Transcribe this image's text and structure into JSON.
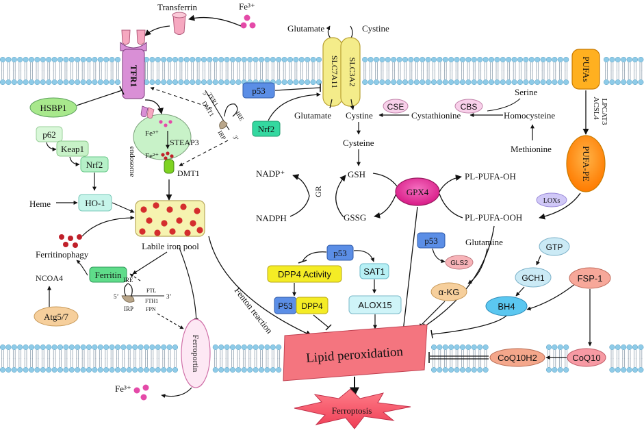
{
  "colors": {
    "membrane_head": "#8ecbe8",
    "membrane_tail": "#9aa9b6",
    "receptor": "#d98fd6",
    "transferrin": "#f6a8c0",
    "iron_dot": "#e44aa8",
    "green_box": "#5fdc8a",
    "pale_green_box": "#c8f2c8",
    "blue_box": "#5b8ee6",
    "yellow_box": "#f4ec25",
    "cyan_box": "#b7f0f5",
    "orange_node": "#ff8a00",
    "magenta_node": "#ea2f9f",
    "salmon_box": "#f4a78b",
    "pink_box": "#f89fae",
    "lipid_box": "#f4757f",
    "tan_ellipse": "#f6cf9c",
    "lavender_ellipse": "#d0c8f7",
    "ferroptosis_star": "#f25c6e"
  },
  "labels": {
    "transferrin": "Transferrin",
    "fe3_top": "Fe³⁺",
    "tfr1": "TFR1",
    "hsbp1": "HSBP1",
    "p62": "p62",
    "keap1": "Keap1",
    "nrf2_left": "Nrf2",
    "heme": "Heme",
    "ho1": "HO-1",
    "endosome": "endosome",
    "fe3_endo": "Fe³⁺",
    "steap3": "STEAP3",
    "fe2_endo": "Fe²⁺",
    "dmt1": "DMT1",
    "labile_iron_pool": "Labile iron pool",
    "ferritinophagy": "Ferritinophagy",
    "ncoa4": "NCOA4",
    "ferritin": "Ferritin",
    "atg57": "Atg5/7",
    "irp_block_top_5": "5’",
    "irp_block_top_tfr1": "TFR1",
    "irp_block_top_dmt1": "DMT1",
    "irp_block_top_ire": "IRE",
    "irp_block_top_irp": "IRP",
    "irp_block_top_3": "3’",
    "irp_block_bottom_ire": "IRE",
    "irp_block_bottom_irp": "IRP",
    "irp_block_bottom_5": "5’",
    "irp_block_bottom_3": "3’",
    "ftl": "FTL",
    "fth1": "FTH1",
    "fpn": "FPN",
    "ferroportin": "Ferroportin",
    "fe3_bottom": "Fe³⁺",
    "fenton": "Fenton reaction",
    "glutamate_top": "Glutamate",
    "cystine_top": "Cystine",
    "slc7a11": "SLC7A11",
    "slc3a2": "SLC3A2",
    "p53_top": "p53",
    "nrf2_mid": "Nrf2",
    "glutamate_mid": "Glutamate",
    "cystine_mid": "Cystine",
    "cse": "CSE",
    "cystathionine": "Cystathionine",
    "cbs": "CBS",
    "serine": "Serine",
    "homocysteine": "Homocysteine",
    "methionine": "Methionine",
    "cysteine": "Cysteine",
    "gsh": "GSH",
    "gssg": "GSSG",
    "nadp": "NADP⁺",
    "nadph": "NADPH",
    "gr": "GR",
    "gpx4": "GPX4",
    "pl_pufa_oh": "PL-PUFA-OH",
    "pl_pufa_ooh": "PL-PUFA-OOH",
    "pufas": "PUFAs",
    "acsl4": "ACSL4",
    "lpcat3": "LPCAT3",
    "pufa_pe": "PUFA-PE",
    "loxs": "LOXs",
    "p53_mid": "p53",
    "dpp4_activity": "DPP4 Activity",
    "sat1": "SAT1",
    "p53_box": "P53",
    "dpp4": "DPP4",
    "alox15": "ALOX15",
    "p53_right": "p53",
    "glutamine": "Glutamine",
    "gls2": "GLS2",
    "akg": "α-KG",
    "gtp": "GTP",
    "gch1": "GCH1",
    "fsp1": "FSP-1",
    "bh4": "BH4",
    "coq10": "CoQ10",
    "coq10h2": "CoQ10H2",
    "lipid_peroxidation": "Lipid peroxidation",
    "ferroptosis": "Ferroptosis"
  }
}
